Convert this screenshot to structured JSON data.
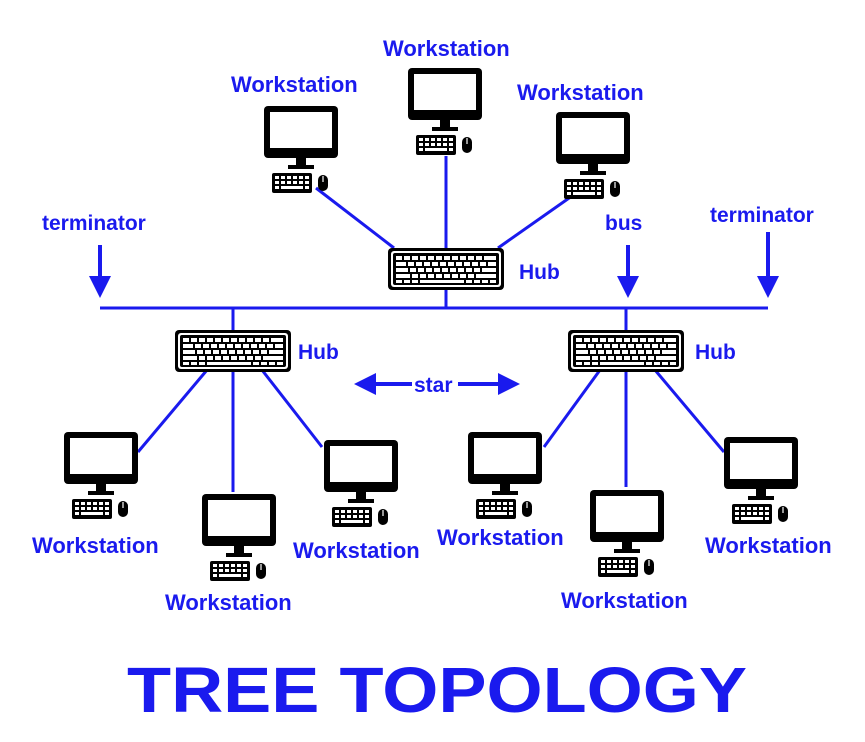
{
  "title": "TREE TOPOLOGY",
  "colors": {
    "accent": "#1a1aee",
    "device": "#000000",
    "background": "#ffffff"
  },
  "labels": {
    "terminator_left": "terminator",
    "terminator_right": "terminator",
    "bus": "bus",
    "star": "star",
    "hub_top": "Hub",
    "hub_left": "Hub",
    "hub_right": "Hub",
    "ws_top_left": "Workstation",
    "ws_top_center": "Workstation",
    "ws_top_right": "Workstation",
    "ws_left_1": "Workstation",
    "ws_left_2": "Workstation",
    "ws_left_3": "Workstation",
    "ws_right_1": "Workstation",
    "ws_right_2": "Workstation",
    "ws_right_3": "Workstation"
  },
  "icons": {
    "workstation": "workstation-icon",
    "hub": "hub-icon",
    "arrow": "arrow-icon"
  }
}
